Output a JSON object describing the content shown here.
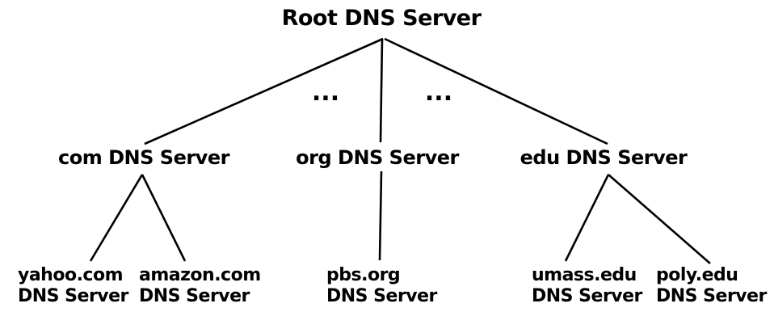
{
  "diagram": {
    "background_color": "#ffffff",
    "line_color": "#000000",
    "text_color": "#000000",
    "root": {
      "label": "Root DNS Server"
    },
    "ellipsis_left": "...",
    "ellipsis_right": "...",
    "tlds": [
      {
        "label": "com DNS Server"
      },
      {
        "label": "org DNS Server"
      },
      {
        "label": "edu DNS Server"
      }
    ],
    "leaves": [
      {
        "line1": "yahoo.com",
        "line2": "DNS Server"
      },
      {
        "line1": "amazon.com",
        "line2": "DNS Server"
      },
      {
        "line1": "pbs.org",
        "line2": "DNS Server"
      },
      {
        "line1": "umass.edu",
        "line2": "DNS Server"
      },
      {
        "line1": "poly.edu",
        "line2": "DNS Server"
      }
    ]
  }
}
